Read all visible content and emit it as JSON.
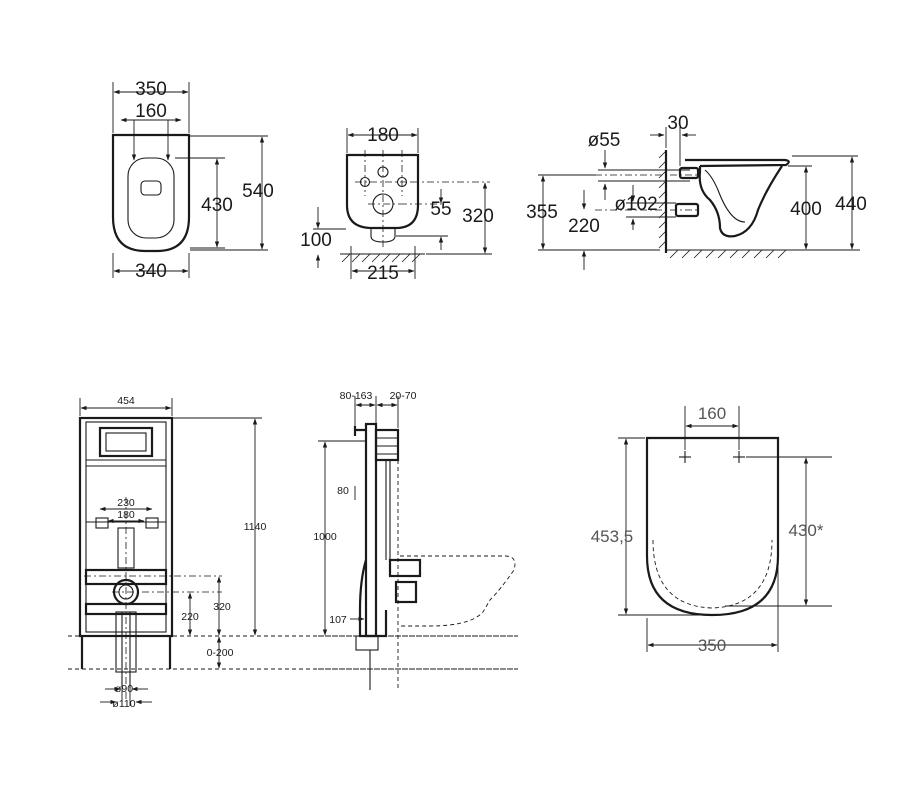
{
  "front_view": {
    "width_top": "350",
    "fixing_spacing": "160",
    "width_bottom": "340",
    "fixing_to_bottom": "430",
    "total_height": "540"
  },
  "rear_view": {
    "top_width": "180",
    "fixing_height": "55",
    "outlet_height": "320",
    "outlet_projection": "100",
    "fixing_spacing": "215"
  },
  "side_view": {
    "wall_offset": "30",
    "inlet_diameter": "ø55",
    "outlet_diameter": "ø102",
    "inlet_height": "355",
    "outlet_height": "220",
    "bowl_height": "400",
    "rim_height": "440"
  },
  "frame_front": {
    "frame_width": "454",
    "width_230": "230",
    "width_180": "180",
    "height_1140": "1140",
    "height_320": "320",
    "height_220": "220",
    "adjust_range": "0-200",
    "pipe_90": "ø90",
    "pipe_110": "ø110"
  },
  "frame_side": {
    "depth_range_1": "80-163",
    "depth_range_2": "20-70",
    "dim_80": "80",
    "dim_1000": "1000",
    "dim_107": "107"
  },
  "seat_view": {
    "hinge_spacing": "160",
    "seat_length": "453,5",
    "hinge_to_front": "430*",
    "seat_width": "350"
  }
}
